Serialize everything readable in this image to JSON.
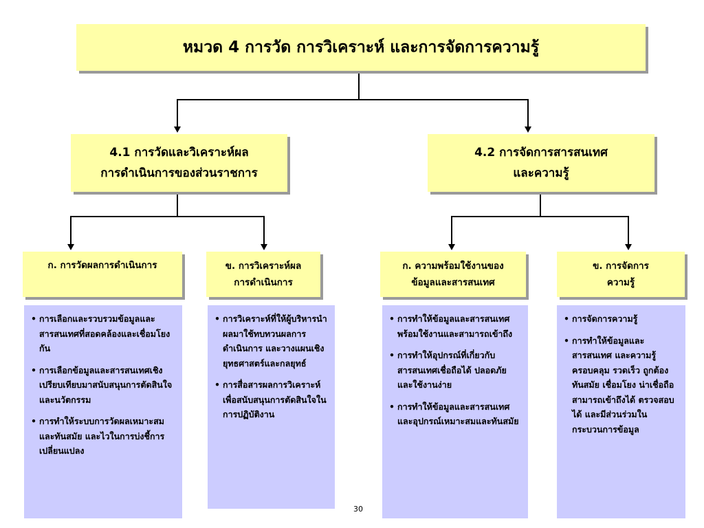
{
  "title": "หมวด 4 การวัด การวิเคราะห์ และการจัดการความรู้",
  "section_41": {
    "line1": "4.1 การวัดและวิเคราะห์ผล",
    "line2": "การดำเนินการของส่วนราชการ"
  },
  "section_42": {
    "line1": "4.2 การจัดการสารสนเทศ",
    "line2": "และความรู้"
  },
  "sub": [
    {
      "line1": "ก. การวัดผลการดำเนินการ",
      "line2": ""
    },
    {
      "line1": "ข. การวิเคราะห์ผล",
      "line2": "การดำเนินการ"
    },
    {
      "line1": "ก. ความพร้อมใช้งานของ",
      "line2": "ข้อมูลและสารสนเทศ"
    },
    {
      "line1": "ข. การจัดการ",
      "line2": "ความรู้"
    }
  ],
  "details": [
    [
      "การเลือกและรวบรวมข้อมูลและสารสนเทศที่สอดคล้องและเชื่อมโยงกัน",
      "การเลือกข้อมูลและสารสนเทศเชิงเปรียบเทียบมาสนับสนุนการตัดสินใจและนวัตกรรม",
      "การทำให้ระบบการวัดผลเหมาะสมและทันสมัย และไวในการบ่งชี้การเปลี่ยนแปลง"
    ],
    [
      "การวิเคราะห์ที่ให้ผู้บริหารนำผลมาใช้ทบทวนผลการดำเนินการ และวางแผนเชิงยุทธศาสตร์และกลยุทธ์",
      "การสื่อสารผลการวิเคราะห์ เพื่อสนับสนุนการตัดสินใจในการปฏิบัติงาน"
    ],
    [
      "การทำให้ข้อมูลและสารสนเทศพร้อมใช้งานและสามารถเข้าถึง",
      "การทำให้อุปกรณ์ที่เกี่ยวกับสารสนเทศเชื่อถือได้ ปลอดภัย และใช้งานง่าย",
      "การทำให้ข้อมูลและสารสนเทศ และอุปกรณ์เหมาะสมและทันสมัย"
    ],
    [
      "การจัดการความรู้",
      "การทำให้ข้อมูลและสารสนเทศ และความรู้ ครอบคลุม รวดเร็ว ถูกต้อง ทันสมัย เชื่อมโยง น่าเชื่อถือ สามารถเข้าถึงได้ ตรวจสอบได้ และมีส่วนร่วมในกระบวนการข้อมูล"
    ]
  ],
  "page_number": "30"
}
